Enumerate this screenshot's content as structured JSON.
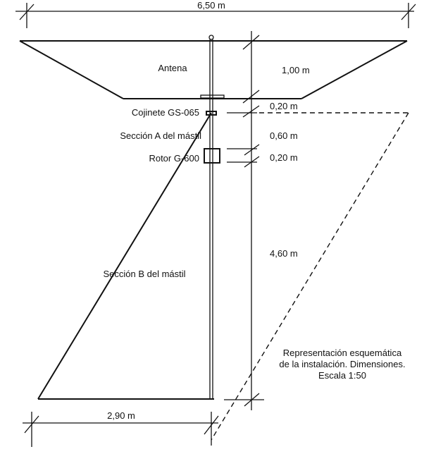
{
  "dimensions": {
    "total_width": "6,50 m",
    "antenna_height": "1,00 m",
    "plate_to_bearing": "0,20 m",
    "section_a": "0,60 m",
    "rotor": "0,20 m",
    "section_b": "4,60 m",
    "base_width": "2,90 m"
  },
  "labels": {
    "antenna": "Antena",
    "bearing": "Cojinete GS-065",
    "section_a": "Sección A del mástil",
    "rotor": "Rotor G-600",
    "section_b": "Sección B del mástil"
  },
  "note": {
    "line1": "Representación esquemática",
    "line2": "de la instalación. Dimensiones.",
    "line3": "Escala 1:50"
  }
}
